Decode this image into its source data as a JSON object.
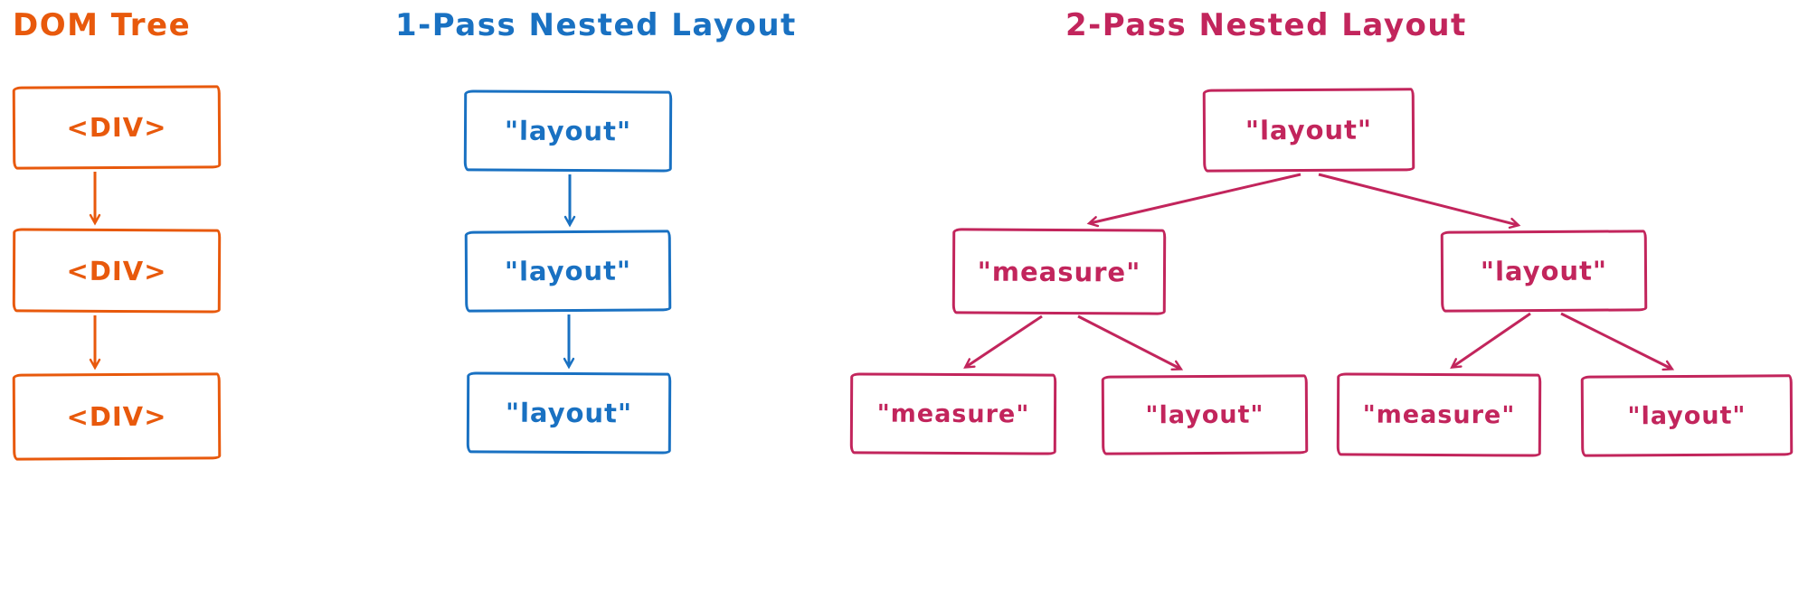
{
  "dom_tree": {
    "title": "DOM Tree",
    "color": "#e8590c",
    "nodes": [
      {
        "label": "<DIV>"
      },
      {
        "label": "<DIV>"
      },
      {
        "label": "<DIV>"
      }
    ]
  },
  "one_pass": {
    "title": "1-Pass Nested Layout",
    "color": "#1971c2",
    "nodes": [
      {
        "label": "\"layout\""
      },
      {
        "label": "\"layout\""
      },
      {
        "label": "\"layout\""
      }
    ]
  },
  "two_pass": {
    "title": "2-Pass Nested Layout",
    "color": "#c2255c",
    "root": {
      "label": "\"layout\""
    },
    "children": [
      {
        "label": "\"measure\""
      },
      {
        "label": "\"layout\""
      }
    ],
    "grandchildren": [
      {
        "label": "\"measure\""
      },
      {
        "label": "\"layout\""
      },
      {
        "label": "\"measure\""
      },
      {
        "label": "\"layout\""
      }
    ]
  }
}
